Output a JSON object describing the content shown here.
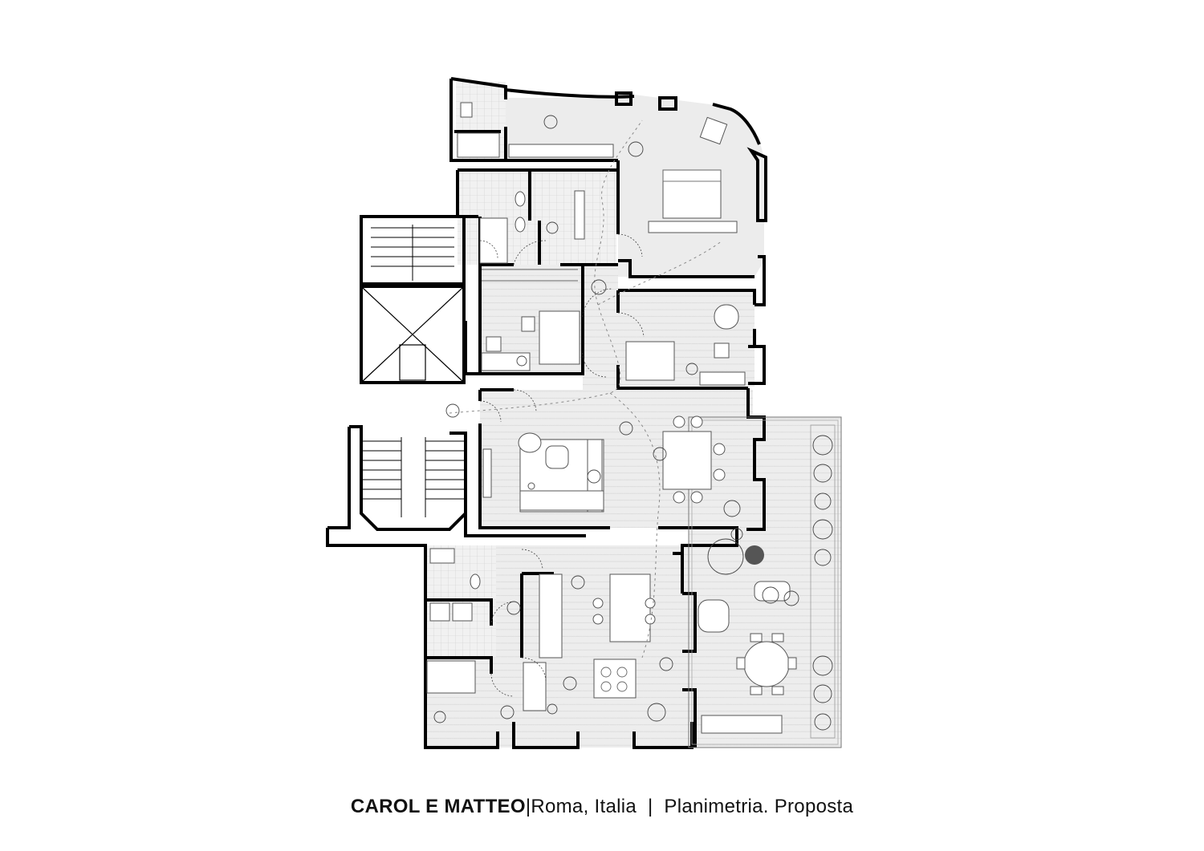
{
  "caption": {
    "project": "CAROL E MATTEO",
    "location": "Roma, Italia",
    "drawing": "Planimetria. Proposta"
  },
  "colors": {
    "wall": "#000000",
    "floor": "#ececec",
    "terrace": "#f2f2f2",
    "background": "#ffffff"
  }
}
